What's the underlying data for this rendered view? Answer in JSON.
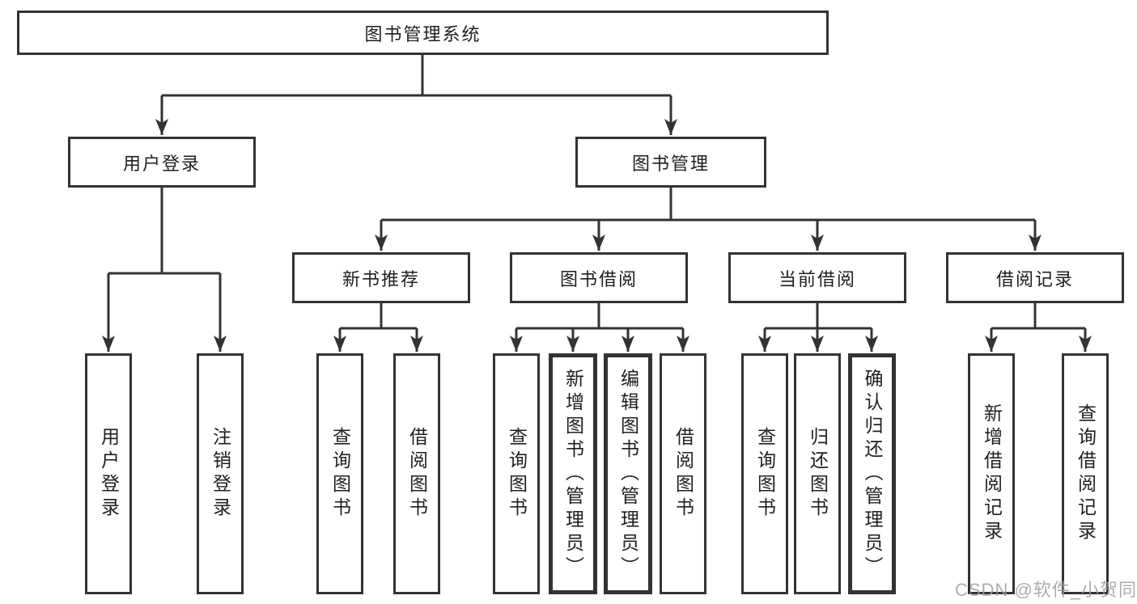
{
  "diagram": {
    "title": "图书管理系统",
    "watermark": "CSDN @软件_小贺同学",
    "colors": {
      "line": "#333333",
      "text": "#1f1f1f",
      "watermark": "#9e9e9e",
      "background": "#ffffff"
    },
    "tree": {
      "label": "图书管理系统",
      "children": [
        {
          "label": "用户登录",
          "children": [
            {
              "label": "用户登录"
            },
            {
              "label": "注销登录"
            }
          ]
        },
        {
          "label": "图书管理",
          "children": [
            {
              "label": "新书推荐",
              "children": [
                {
                  "label": "查询图书"
                },
                {
                  "label": "借阅图书"
                }
              ]
            },
            {
              "label": "图书借阅",
              "children": [
                {
                  "label": "查询图书"
                },
                {
                  "label": "新增图书（管理员）"
                },
                {
                  "label": "编辑图书（管理员）"
                },
                {
                  "label": "借阅图书"
                }
              ]
            },
            {
              "label": "当前借阅",
              "children": [
                {
                  "label": "查询图书"
                },
                {
                  "label": "归还图书"
                },
                {
                  "label": "确认归还（管理员）"
                }
              ]
            },
            {
              "label": "借阅记录",
              "children": [
                {
                  "label": "新增借阅记录"
                },
                {
                  "label": "查询借阅记录"
                }
              ]
            }
          ]
        }
      ]
    }
  }
}
